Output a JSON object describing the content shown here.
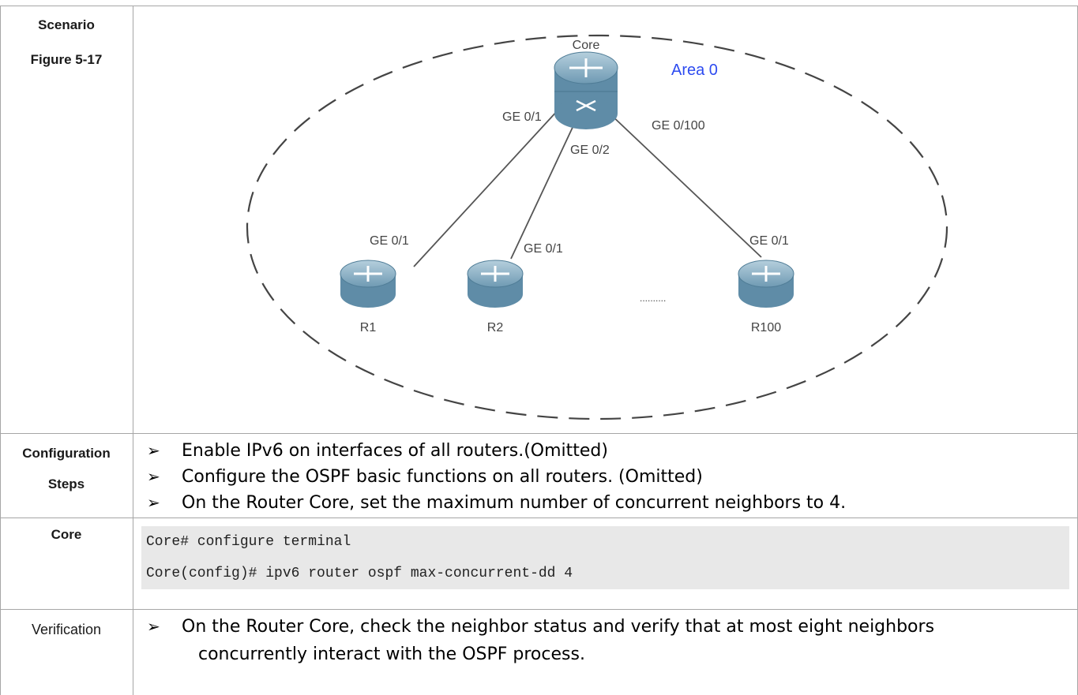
{
  "labels": {
    "scenario": "Scenario",
    "figure": "Figure 5-17",
    "config_line1": "Configuration",
    "config_line2": "Steps",
    "core": "Core",
    "verification": "Verification"
  },
  "diagram": {
    "area": "Area 0",
    "core_name": "Core",
    "core_ports": [
      "GE 0/1",
      "GE 0/2",
      "GE 0/100"
    ],
    "routers": [
      {
        "name": "R1",
        "port": "GE 0/1"
      },
      {
        "name": "R2",
        "port": "GE 0/1"
      },
      {
        "name": "R100",
        "port": "GE 0/1"
      }
    ],
    "ellipsis": "..........",
    "colors": {
      "area": "#2d4bf0",
      "router_top": "#8fb3c8",
      "router_side": "#5a8aa6",
      "link": "#555555",
      "dash": "#444444"
    }
  },
  "steps": [
    "Enable IPv6 on interfaces of all routers.(Omitted)",
    "Configure the OSPF basic functions on all routers. (Omitted)",
    "On the Router Core, set the maximum number of concurrent neighbors to 4."
  ],
  "code": [
    "Core# configure terminal",
    "Core(config)# ipv6 router ospf max-concurrent-dd 4"
  ],
  "verification": {
    "line1": "On the Router Core, check the neighbor status and verify that at most eight neighbors",
    "line2": "concurrently interact with the OSPF process."
  },
  "bullet_glyph": "➢"
}
